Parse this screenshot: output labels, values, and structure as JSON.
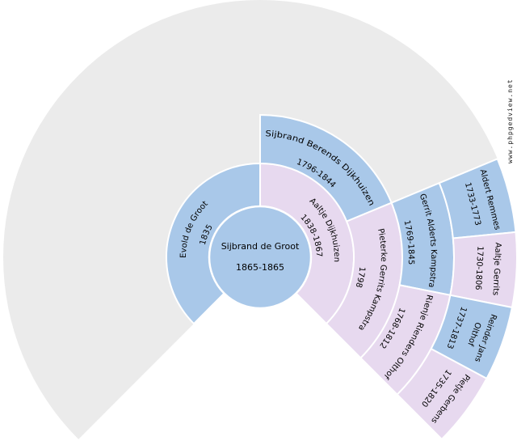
{
  "page": {
    "background_color": "#ffffff"
  },
  "watermark": {
    "text": "www.phpgedview.net"
  },
  "palette": {
    "male_fill": "#a9c8e9",
    "female_fill": "#e7d9ef",
    "empty_fill": "#ebebeb",
    "separator": "#ffffff",
    "text_color": "#000000"
  },
  "chart_data": {
    "type": "fan_chart",
    "description": "Ancestor fan chart, 5 generations, 270-degree fan; blue = male, lavender = female, grey = unknown ancestor slots",
    "fan_degrees": 270,
    "generations": 5,
    "root_person": {
      "name": "Sijbrand de Groot",
      "dates": "1865-1865",
      "sex": "M"
    },
    "persons": [
      {
        "gen": 1,
        "slot": 0,
        "name": "Evold de Groot",
        "dates": "1835",
        "sex": "M"
      },
      {
        "gen": 1,
        "slot": 1,
        "name": "Aaltje Dijkhuizen",
        "dates": "1838-1867",
        "sex": "F"
      },
      {
        "gen": 2,
        "slot": 2,
        "name": "Sijbrand Berends Dijkhuizen",
        "dates": "1796-1844",
        "sex": "M"
      },
      {
        "gen": 2,
        "slot": 3,
        "name": "Pieterke Gerrits Kampstra",
        "dates": "1798",
        "sex": "F"
      },
      {
        "gen": 3,
        "slot": 6,
        "name": "Gerrit Alderts Kampstra",
        "dates": "1769-1845",
        "sex": "M"
      },
      {
        "gen": 3,
        "slot": 7,
        "name": "Rienje Rienders Olthof",
        "dates": "1768-1812",
        "sex": "F"
      },
      {
        "gen": 4,
        "slot": 12,
        "name": "Aldert Remmes",
        "dates": "1733-1773",
        "sex": "M"
      },
      {
        "gen": 4,
        "slot": 13,
        "name": "Aaltje Gerrits",
        "dates": "1730-1806",
        "sex": "F"
      },
      {
        "gen": 4,
        "slot": 14,
        "name": "Reinder Jans Olthof",
        "name_lines": [
          "Reinder Jans",
          "Olthof"
        ],
        "dates": "1737-1813",
        "sex": "M"
      },
      {
        "gen": 4,
        "slot": 15,
        "name": "Pietje Gerbens",
        "dates": "1735-1820",
        "sex": "F"
      }
    ]
  }
}
